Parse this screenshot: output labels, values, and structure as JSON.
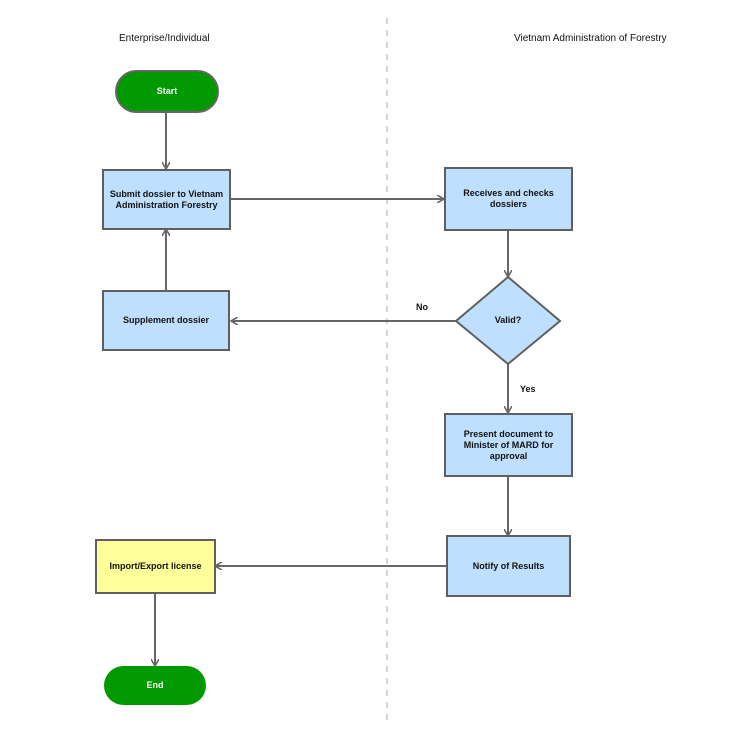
{
  "lanes": {
    "left": "Enterprise/Individual",
    "right": "Vietnam Administration of Forestry"
  },
  "nodes": {
    "start": "Start",
    "submit": "Submit dossier to Vietnam Administration Forestry",
    "supplement": "Supplement dossier",
    "receive": "Receives and checks dossiers",
    "decision": "Valid?",
    "present": "Present document to Minister of MARD for approval",
    "notify": "Notify of Results",
    "license": "Import/Export license",
    "end": "End"
  },
  "edges": {
    "no": "No",
    "yes": "Yes"
  },
  "colors": {
    "process_fill": "#bfdfff",
    "license_fill": "#ffff99",
    "terminator_fill": "#009900",
    "connector": "#666666",
    "lane_divider": "#c8c8c8"
  }
}
